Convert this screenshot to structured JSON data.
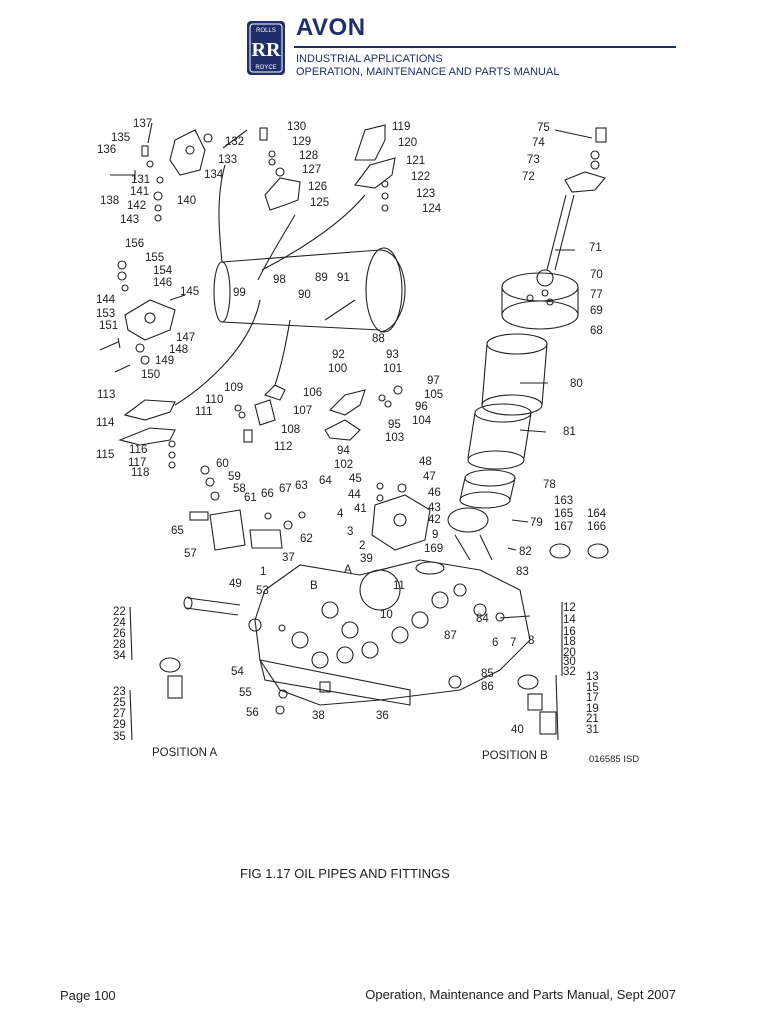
{
  "header": {
    "logo_text_top": "ROLLS",
    "logo_monogram": "RR",
    "logo_text_bottom": "ROYCE",
    "brand": "AVON",
    "subtitle_1": "INDUSTRIAL APPLICATIONS",
    "subtitle_2": "OPERATION, MAINTENANCE AND PARTS MANUAL"
  },
  "figure": {
    "position_a": "POSITION A",
    "position_b": "POSITION B",
    "drawing_ref": "016585 ISD",
    "caption": "FIG  1.17 OIL PIPES AND FITTINGS",
    "callouts": [
      "137",
      "135",
      "136",
      "131",
      "138",
      "141",
      "142",
      "143",
      "140",
      "134",
      "133",
      "132",
      "130",
      "129",
      "128",
      "127",
      "126",
      "125",
      "119",
      "120",
      "121",
      "122",
      "123",
      "124",
      "75",
      "74",
      "73",
      "72",
      "71",
      "70",
      "77",
      "69",
      "68",
      "156",
      "155",
      "154",
      "146",
      "145",
      "144",
      "153",
      "151",
      "147",
      "148",
      "149",
      "150",
      "99",
      "98",
      "89",
      "91",
      "90",
      "88",
      "92",
      "100",
      "93",
      "101",
      "97",
      "105",
      "96",
      "104",
      "95",
      "103",
      "94",
      "102",
      "80",
      "81",
      "113",
      "109",
      "110",
      "111",
      "106",
      "107",
      "108",
      "112",
      "114",
      "115",
      "116",
      "117",
      "118",
      "60",
      "59",
      "58",
      "61",
      "66",
      "63",
      "67",
      "64",
      "65",
      "57",
      "62",
      "37",
      "45",
      "44",
      "41",
      "48",
      "47",
      "46",
      "43",
      "42",
      "4",
      "3",
      "2",
      "39",
      "9",
      "169",
      "78",
      "163",
      "165",
      "167",
      "164",
      "166",
      "79",
      "82",
      "83",
      "1",
      "49",
      "53",
      "A",
      "B",
      "10",
      "11",
      "12",
      "14",
      "16",
      "18",
      "20",
      "30",
      "32",
      "84",
      "6",
      "7",
      "8",
      "87",
      "22",
      "24",
      "26",
      "28",
      "34",
      "54",
      "85",
      "86",
      "55",
      "56",
      "38",
      "36",
      "23",
      "25",
      "27",
      "29",
      "35",
      "13",
      "15",
      "17",
      "19",
      "21",
      "31",
      "40"
    ]
  },
  "footer": {
    "page": "Page 100",
    "manual": "Operation, Maintenance and Parts Manual, Sept 2007"
  }
}
